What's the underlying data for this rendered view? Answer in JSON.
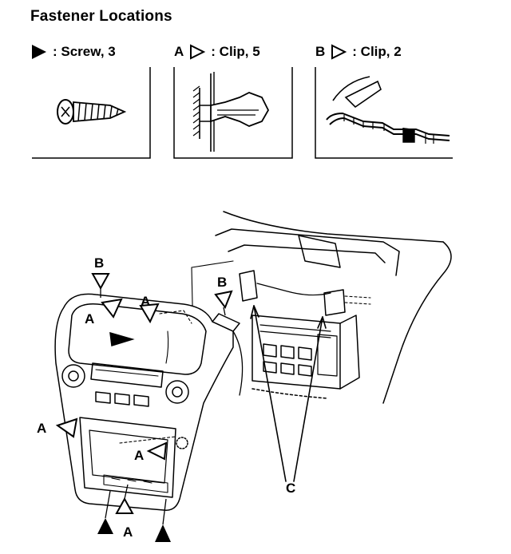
{
  "title": "Fastener Locations",
  "legend": {
    "screw": {
      "prefix": "",
      "label": ": Screw, 3"
    },
    "clip_a": {
      "letter": "A",
      "label": ": Clip, 5"
    },
    "clip_b": {
      "letter": "B",
      "label": ": Clip, 2"
    }
  },
  "callouts": {
    "b_top_left": "B",
    "a_left_upper": "A",
    "a_top_center": "A",
    "b_center": "B",
    "a_left_lower": "A",
    "a_mid_lower": "A",
    "a_bottom": "A",
    "c_bottom": "C"
  },
  "icons": {
    "screw": "filled-triangle-icon",
    "clip": "outline-triangle-icon"
  }
}
